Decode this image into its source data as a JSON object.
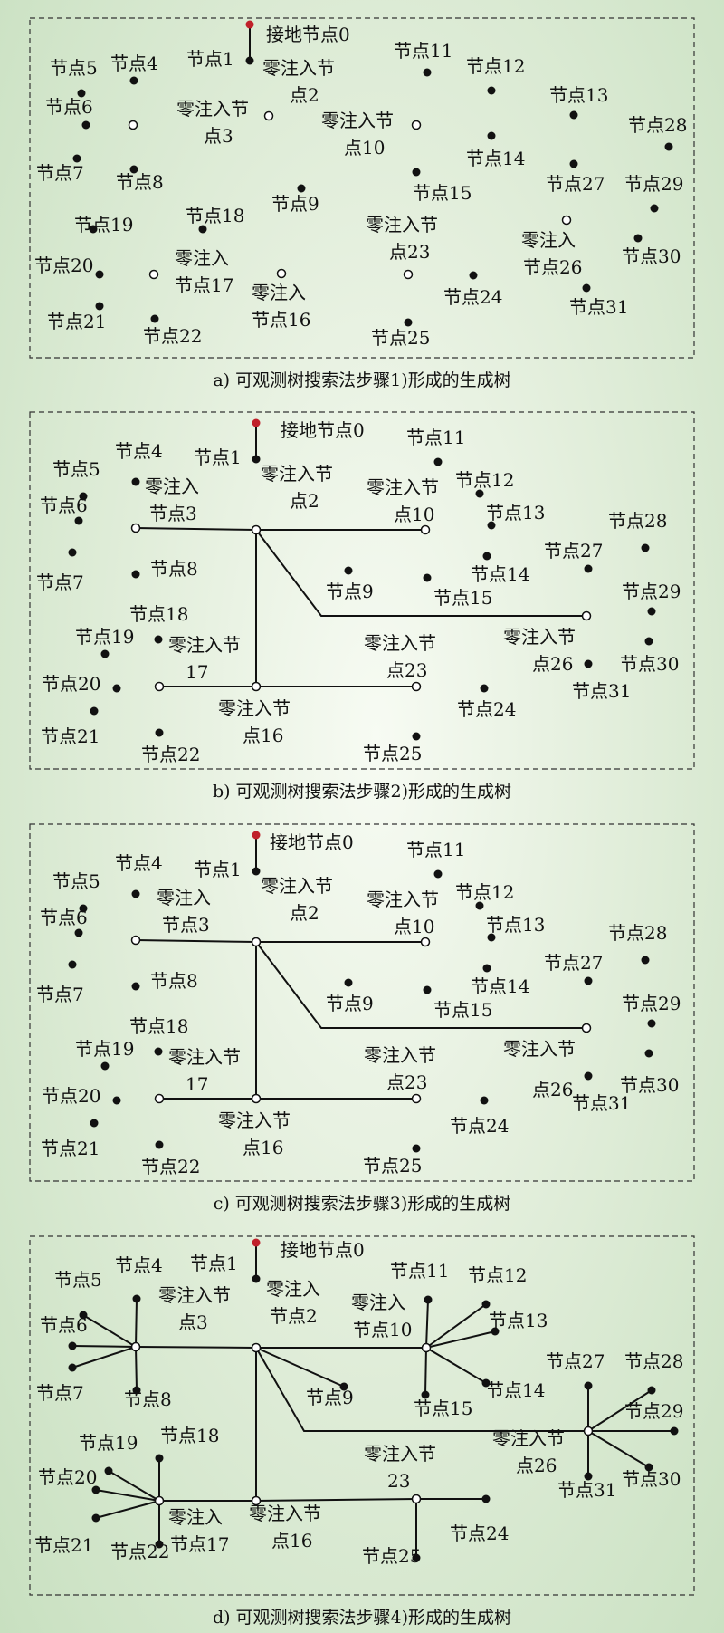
{
  "colors": {
    "node": "#111111",
    "zero_node_fill": "#ffffff",
    "ground": "#c0202a"
  },
  "panels": [
    {
      "id": "a",
      "caption": "a) 可观测树搜索法步骤1)形成的生成树",
      "labels": [
        {
          "lines": [
            "接地节点0"
          ]
        },
        {
          "lines": [
            "节点1"
          ]
        },
        {
          "lines": [
            "零注入节",
            "点2"
          ]
        },
        {
          "lines": [
            "零注入节",
            "点3"
          ]
        },
        {
          "lines": [
            "节点4"
          ]
        },
        {
          "lines": [
            "节点5"
          ]
        },
        {
          "lines": [
            "节点6"
          ]
        },
        {
          "lines": [
            "节点7"
          ]
        },
        {
          "lines": [
            "节点8"
          ]
        },
        {
          "lines": [
            "节点9"
          ]
        },
        {
          "lines": [
            "零注入节",
            "点10"
          ]
        },
        {
          "lines": [
            "节点11"
          ]
        },
        {
          "lines": [
            "节点12"
          ]
        },
        {
          "lines": [
            "节点13"
          ]
        },
        {
          "lines": [
            "节点14"
          ]
        },
        {
          "lines": [
            "节点15"
          ]
        },
        {
          "lines": [
            "零注入",
            "节点16"
          ]
        },
        {
          "lines": [
            "零注入",
            "节点17"
          ]
        },
        {
          "lines": [
            "节点18"
          ]
        },
        {
          "lines": [
            "节点19"
          ]
        },
        {
          "lines": [
            "节点20"
          ]
        },
        {
          "lines": [
            "节点21"
          ]
        },
        {
          "lines": [
            "节点22"
          ]
        },
        {
          "lines": [
            "零注入节",
            "点23"
          ]
        },
        {
          "lines": [
            "节点24"
          ]
        },
        {
          "lines": [
            "节点25"
          ]
        },
        {
          "lines": [
            "零注入",
            "节点26"
          ]
        },
        {
          "lines": [
            "节点27"
          ]
        },
        {
          "lines": [
            "节点28"
          ]
        },
        {
          "lines": [
            "节点29"
          ]
        },
        {
          "lines": [
            "节点30"
          ]
        },
        {
          "lines": [
            "节点31"
          ]
        }
      ]
    },
    {
      "id": "b",
      "caption": "b) 可观测树搜索法步骤2)形成的生成树",
      "labels": [
        {
          "lines": [
            "接地节点0"
          ]
        },
        {
          "lines": [
            "节点1"
          ]
        },
        {
          "lines": [
            "零注入节",
            "点2"
          ]
        },
        {
          "lines": [
            "零注入",
            "节点3"
          ]
        },
        {
          "lines": [
            "节点4"
          ]
        },
        {
          "lines": [
            "节点5"
          ]
        },
        {
          "lines": [
            "节点6"
          ]
        },
        {
          "lines": [
            "节点7"
          ]
        },
        {
          "lines": [
            "节点8"
          ]
        },
        {
          "lines": [
            "节点9"
          ]
        },
        {
          "lines": [
            "零注入节",
            "点10"
          ]
        },
        {
          "lines": [
            "节点11"
          ]
        },
        {
          "lines": [
            "节点12"
          ]
        },
        {
          "lines": [
            "节点13"
          ]
        },
        {
          "lines": [
            "节点14"
          ]
        },
        {
          "lines": [
            "节点15"
          ]
        },
        {
          "lines": [
            "零注入节",
            "点16"
          ]
        },
        {
          "lines": [
            "零注入节",
            "17"
          ]
        },
        {
          "lines": [
            "节点18"
          ]
        },
        {
          "lines": [
            "节点19"
          ]
        },
        {
          "lines": [
            "节点20"
          ]
        },
        {
          "lines": [
            "节点21"
          ]
        },
        {
          "lines": [
            "节点22"
          ]
        },
        {
          "lines": [
            "零注入节",
            "点23"
          ]
        },
        {
          "lines": [
            "节点24"
          ]
        },
        {
          "lines": [
            "节点25"
          ]
        },
        {
          "lines": [
            "零注入节",
            "点26"
          ]
        },
        {
          "lines": [
            "节点27"
          ]
        },
        {
          "lines": [
            "节点28"
          ]
        },
        {
          "lines": [
            "节点29"
          ]
        },
        {
          "lines": [
            "节点30"
          ]
        },
        {
          "lines": [
            "节点31"
          ]
        }
      ]
    },
    {
      "id": "c",
      "caption": "c) 可观测树搜索法步骤3)形成的生成树",
      "labels": [
        {
          "lines": [
            "接地节点0"
          ]
        },
        {
          "lines": [
            "节点1"
          ]
        },
        {
          "lines": [
            "零注入节",
            "点2"
          ]
        },
        {
          "lines": [
            "零注入",
            "节点3"
          ]
        },
        {
          "lines": [
            "节点4"
          ]
        },
        {
          "lines": [
            "节点5"
          ]
        },
        {
          "lines": [
            "节点6"
          ]
        },
        {
          "lines": [
            "节点7"
          ]
        },
        {
          "lines": [
            "节点8"
          ]
        },
        {
          "lines": [
            "节点9"
          ]
        },
        {
          "lines": [
            "零注入节",
            "点10"
          ]
        },
        {
          "lines": [
            "节点11"
          ]
        },
        {
          "lines": [
            "节点12"
          ]
        },
        {
          "lines": [
            "节点13"
          ]
        },
        {
          "lines": [
            "节点14"
          ]
        },
        {
          "lines": [
            "节点15"
          ]
        },
        {
          "lines": [
            "零注入节",
            "点16"
          ]
        },
        {
          "lines": [
            "零注入节",
            "17"
          ]
        },
        {
          "lines": [
            "节点18"
          ]
        },
        {
          "lines": [
            "节点19"
          ]
        },
        {
          "lines": [
            "节点20"
          ]
        },
        {
          "lines": [
            "节点21"
          ]
        },
        {
          "lines": [
            "节点22"
          ]
        },
        {
          "lines": [
            "零注入节",
            "点23"
          ]
        },
        {
          "lines": [
            "节点24"
          ]
        },
        {
          "lines": [
            "节点25"
          ]
        },
        {
          "lines": [
            "零注入节",
            "点26"
          ]
        },
        {
          "lines": [
            "节点27"
          ]
        },
        {
          "lines": [
            "节点28"
          ]
        },
        {
          "lines": [
            "节点29"
          ]
        },
        {
          "lines": [
            "节点30"
          ]
        },
        {
          "lines": [
            "节点31"
          ]
        }
      ]
    },
    {
      "id": "d",
      "caption": "d) 可观测树搜索法步骤4)形成的生成树",
      "labels": [
        {
          "lines": [
            "接地节点0"
          ]
        },
        {
          "lines": [
            "节点1"
          ]
        },
        {
          "lines": [
            "零注入",
            "节点2"
          ]
        },
        {
          "lines": [
            "零注入节",
            "点3"
          ]
        },
        {
          "lines": [
            "节点4"
          ]
        },
        {
          "lines": [
            "节点5"
          ]
        },
        {
          "lines": [
            "节点6"
          ]
        },
        {
          "lines": [
            "节点7"
          ]
        },
        {
          "lines": [
            "节点8"
          ]
        },
        {
          "lines": [
            "节点9"
          ]
        },
        {
          "lines": [
            "零注入",
            "节点10"
          ]
        },
        {
          "lines": [
            "节点11"
          ]
        },
        {
          "lines": [
            "节点12"
          ]
        },
        {
          "lines": [
            "节点13"
          ]
        },
        {
          "lines": [
            "节点14"
          ]
        },
        {
          "lines": [
            "节点15"
          ]
        },
        {
          "lines": [
            "零注入节",
            "点16"
          ]
        },
        {
          "lines": [
            "零注入",
            "节点17"
          ]
        },
        {
          "lines": [
            "节点18"
          ]
        },
        {
          "lines": [
            "节点19"
          ]
        },
        {
          "lines": [
            "节点20"
          ]
        },
        {
          "lines": [
            "节点21"
          ]
        },
        {
          "lines": [
            "节点22"
          ]
        },
        {
          "lines": [
            "零注入节",
            "23"
          ]
        },
        {
          "lines": [
            "节点24"
          ]
        },
        {
          "lines": [
            "节点25"
          ]
        },
        {
          "lines": [
            "零注入节",
            "点26"
          ]
        },
        {
          "lines": [
            "节点27"
          ]
        },
        {
          "lines": [
            "节点28"
          ]
        },
        {
          "lines": [
            "节点29"
          ]
        },
        {
          "lines": [
            "节点30"
          ]
        },
        {
          "lines": [
            "节点31"
          ]
        }
      ]
    }
  ]
}
